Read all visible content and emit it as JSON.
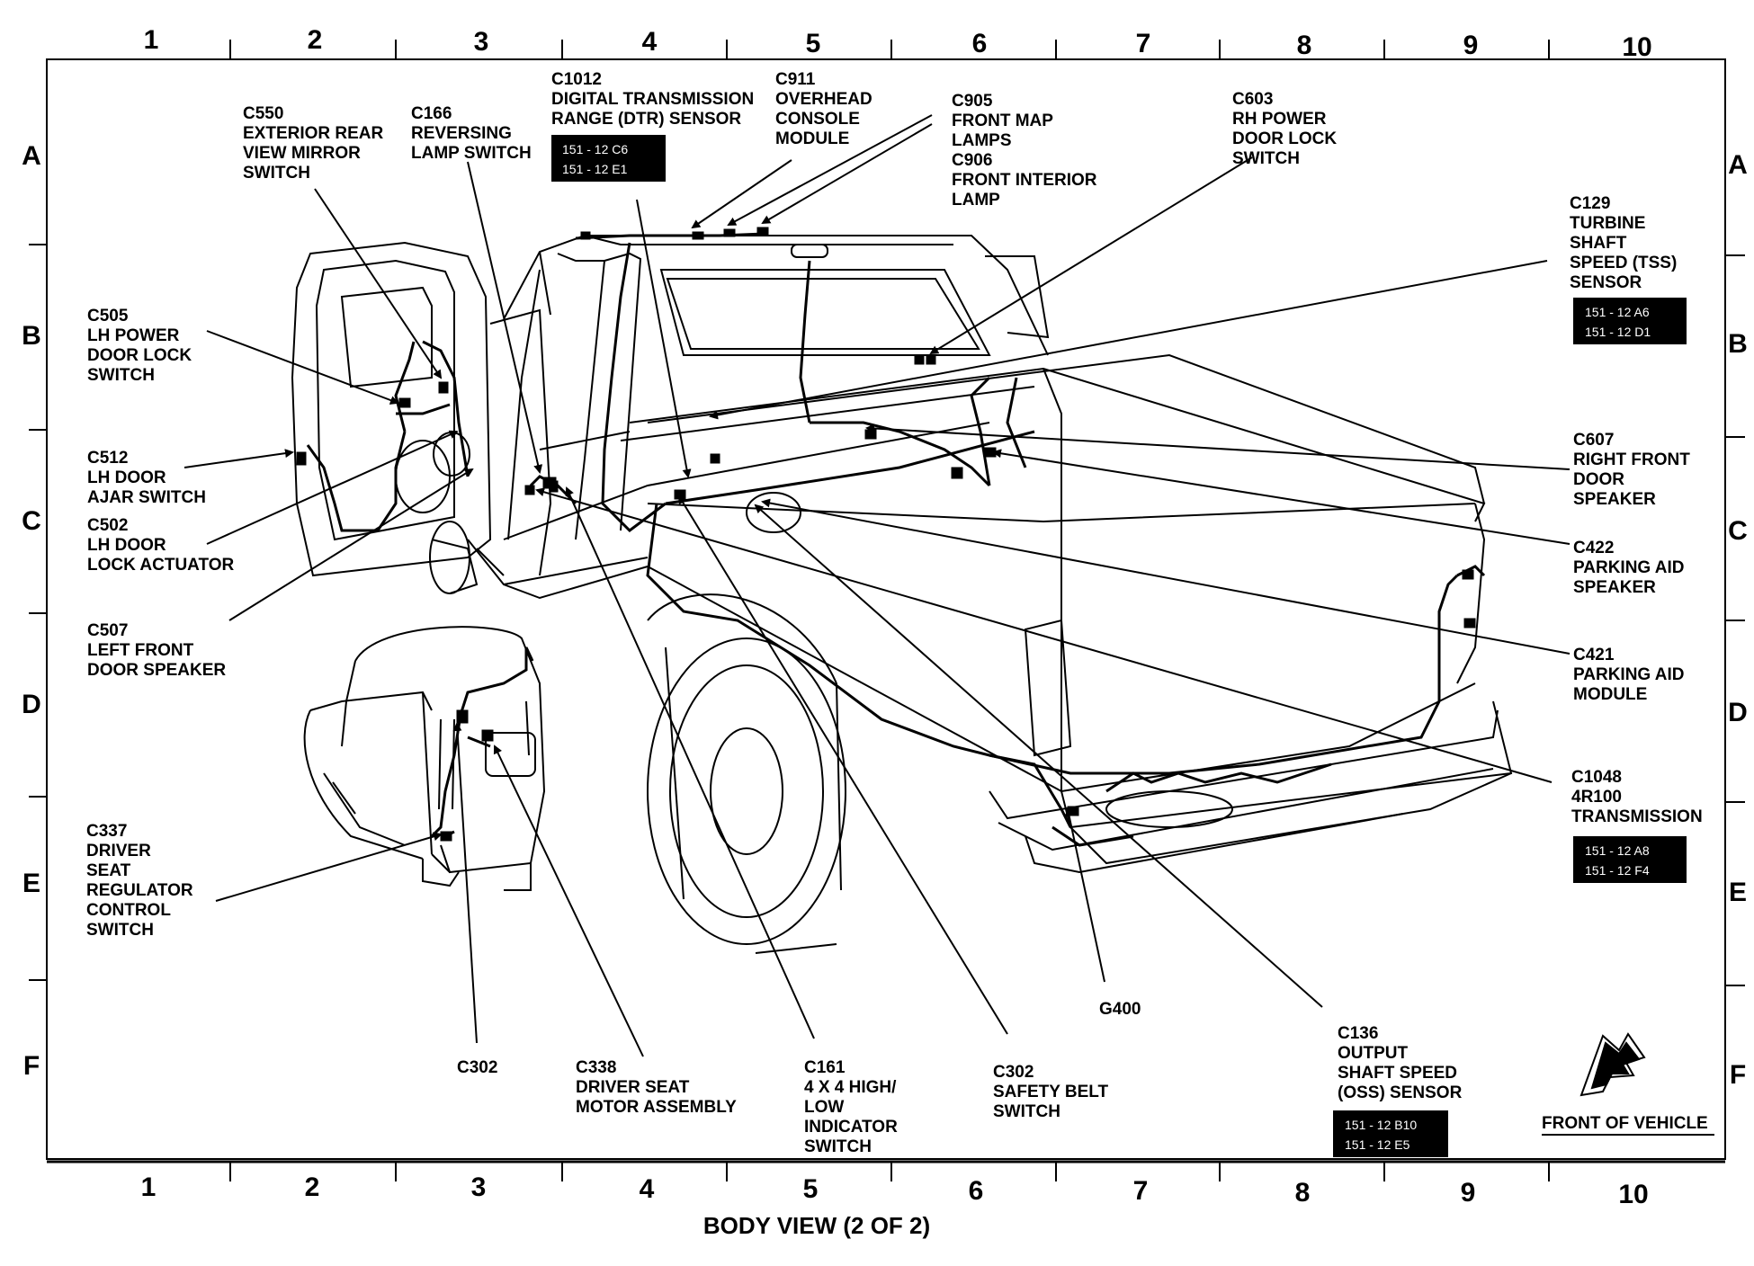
{
  "grid": {
    "columns": [
      "1",
      "2",
      "3",
      "4",
      "5",
      "6",
      "7",
      "8",
      "9",
      "10"
    ],
    "rows": [
      "A",
      "B",
      "C",
      "D",
      "E",
      "F"
    ]
  },
  "caption": "BODY VIEW (2 OF 2)",
  "front_of_vehicle": "FRONT OF VEHICLE",
  "labels": {
    "c550": [
      "C550",
      "EXTERIOR REAR",
      "VIEW MIRROR",
      "SWITCH"
    ],
    "c166": [
      "C166",
      "REVERSING",
      "LAMP SWITCH"
    ],
    "c1012": [
      "C1012",
      "DIGITAL TRANSMISSION",
      "RANGE (DTR) SENSOR"
    ],
    "c911": [
      "C911",
      "OVERHEAD",
      "CONSOLE",
      "MODULE"
    ],
    "c905": [
      "C905",
      "FRONT MAP",
      "LAMPS",
      "C906",
      "FRONT INTERIOR",
      "LAMP"
    ],
    "c603": [
      "C603",
      "RH POWER",
      "DOOR LOCK",
      "SWITCH"
    ],
    "c129": [
      "C129",
      "TURBINE",
      "SHAFT",
      "SPEED (TSS)",
      "SENSOR"
    ],
    "c505": [
      "C505",
      "LH POWER",
      "DOOR LOCK",
      "SWITCH"
    ],
    "c512": [
      "C512",
      "LH DOOR",
      "AJAR SWITCH"
    ],
    "c502": [
      "C502",
      "LH DOOR",
      "LOCK ACTUATOR"
    ],
    "c507": [
      "C507",
      "LEFT FRONT",
      "DOOR SPEAKER"
    ],
    "c607": [
      "C607",
      "RIGHT FRONT",
      "DOOR",
      "SPEAKER"
    ],
    "c422": [
      "C422",
      "PARKING AID",
      "SPEAKER"
    ],
    "c421": [
      "C421",
      "PARKING AID",
      "MODULE"
    ],
    "c1048": [
      "C1048",
      "4R100",
      "TRANSMISSION"
    ],
    "c337": [
      "C337",
      "DRIVER",
      "SEAT",
      "REGULATOR",
      "CONTROL",
      "SWITCH"
    ],
    "c302a": [
      "C302"
    ],
    "c338": [
      "C338",
      "DRIVER SEAT",
      "MOTOR ASSEMBLY"
    ],
    "c161": [
      "C161",
      "4 X 4 HIGH/",
      "LOW",
      "INDICATOR",
      "SWITCH"
    ],
    "c302b": [
      "C302",
      "SAFETY BELT",
      "SWITCH"
    ],
    "g400": [
      "G400"
    ],
    "c136": [
      "C136",
      "OUTPUT",
      "SHAFT SPEED",
      "(OSS) SENSOR"
    ]
  },
  "refs": {
    "c1012": [
      "151 - 12 C6",
      "151 - 12 E1"
    ],
    "c129": [
      "151 - 12 A6",
      "151 - 12 D1"
    ],
    "c1048": [
      "151 - 12 A8",
      "151 - 12 F4"
    ],
    "c136": [
      "151 - 12 B10",
      "151 - 12 E5"
    ]
  }
}
